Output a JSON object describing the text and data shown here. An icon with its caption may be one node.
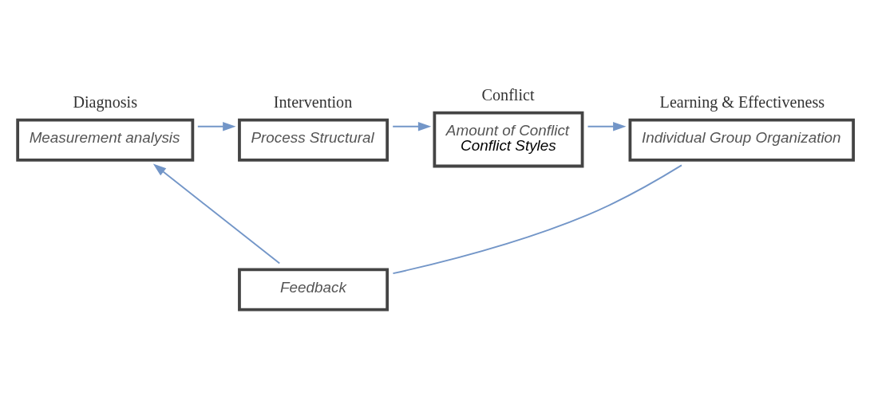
{
  "diagram": {
    "nodes": [
      {
        "text": [
          "Diagnosis",
          "Measurement analysis"
        ]
      },
      {
        "text": [
          "Intervention",
          "Process Structural"
        ]
      },
      {
        "text": [
          "Conflict",
          "Amount of Conflict",
          "Conflict Styles"
        ]
      },
      {
        "text": [
          "Learning & Effectiveness",
          "Individual Group Organization"
        ]
      },
      {
        "text": [
          "Feedback"
        ]
      }
    ],
    "edges": [
      {
        "from": 0,
        "to": 1,
        "arrow": "to"
      },
      {
        "from": 1,
        "to": 2,
        "arrow": "to"
      },
      {
        "from": 2,
        "to": 3,
        "arrow": "to"
      },
      {
        "from": 3,
        "to": 4,
        "arrow": "none"
      },
      {
        "from": 4,
        "to": 0,
        "arrow": "to"
      }
    ]
  }
}
